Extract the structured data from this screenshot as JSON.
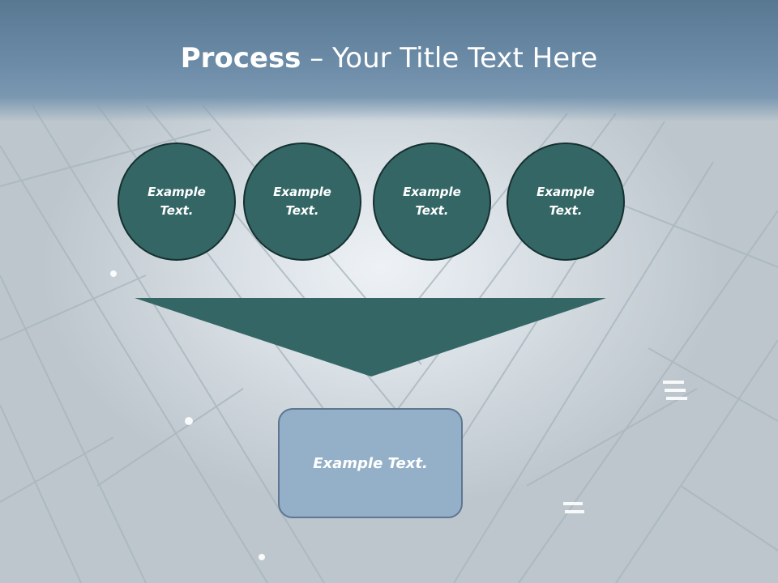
{
  "title": {
    "bold": "Process",
    "rest": " – Your Title Text Here"
  },
  "process_steps": [
    {
      "label": "Example\nText."
    },
    {
      "label": "Example\nText."
    },
    {
      "label": "Example\nText."
    },
    {
      "label": "Example\nText."
    }
  ],
  "result": {
    "label": "Example Text."
  },
  "colors": {
    "title_bar": "#6d8ca8",
    "circle_fill": "#346666",
    "circle_border": "#14302f",
    "funnel_fill": "#346666",
    "result_fill": "#94b0c8",
    "result_border": "#5e7691"
  }
}
